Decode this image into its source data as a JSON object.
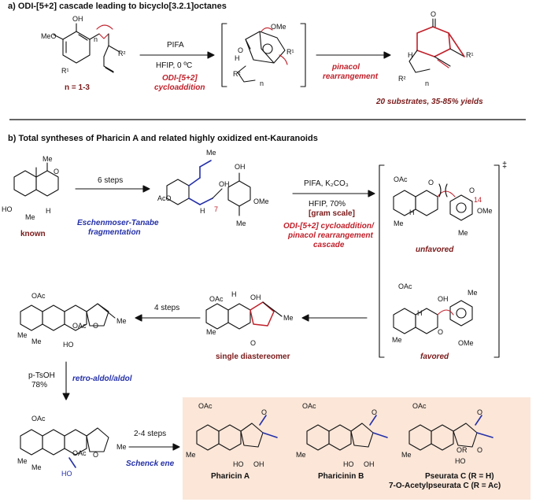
{
  "section_a": {
    "heading": "a) ODI-[5+2] cascade leading to bicyclo[3.2.1]octanes",
    "reagent_top": "PIFA",
    "reagent_bottom": "HFIP, 0 ºC",
    "reaction_name_1": "ODI-[5+2]",
    "reaction_name_2": "cycloaddition",
    "n_range": "n = 1-3",
    "rearrangement_1": "pinacol",
    "rearrangement_2": "rearrangement",
    "scope": "20 substrates, 35-85% yields",
    "mol_labels": {
      "meo": "MeO",
      "oh": "OH",
      "r1": "R¹",
      "r2": "R²",
      "n": "n",
      "o": "O",
      "ome": "OMe",
      "h": "H"
    }
  },
  "section_b": {
    "heading": "b) Total syntheses of Pharicin A and related highly oxidized ent-Kauranoids",
    "known": "known",
    "steps_1": "6 steps",
    "eschenmoser_1": "Eschenmoser-Tanabe",
    "eschenmoser_2": "fragmentation",
    "reagent_1": "PIFA, K₂CO₃",
    "reagent_2": "HFIP, 70%",
    "gram_scale": "[gram scale]",
    "cascade_1": "ODI-[5+2] cycloaddition/",
    "cascade_2": "pinacol rearrangement",
    "cascade_3": "cascade",
    "unfavored": "unfavored",
    "favored": "favored",
    "dagger": "‡",
    "steps_4": "4 steps",
    "single_diastereomer": "single diastereomer",
    "ptsoh": "p-TsOH",
    "ptsoh_yield": "78%",
    "retro_aldol": "retro-aldol/aldol",
    "steps_2_4": "2-4 steps",
    "schenck_ene": "Schenck ene",
    "products": [
      "Pharicin A",
      "Pharicinin B",
      "Pseurata C (R = H)",
      "7-O-Acetylpseurata C (R = Ac)"
    ],
    "mol_labels": {
      "oac": "OAc",
      "me": "Me",
      "ho": "HO",
      "aco": "AcO",
      "h": "H",
      "oh": "OH",
      "ome": "OMe",
      "o": "O",
      "c7": "7",
      "c14": "14",
      "or": "OR"
    }
  },
  "colors": {
    "red": "#c0202a",
    "blue": "#2430a8",
    "maroon": "#7a1a1a",
    "product_panel": "#fbe6d8"
  }
}
